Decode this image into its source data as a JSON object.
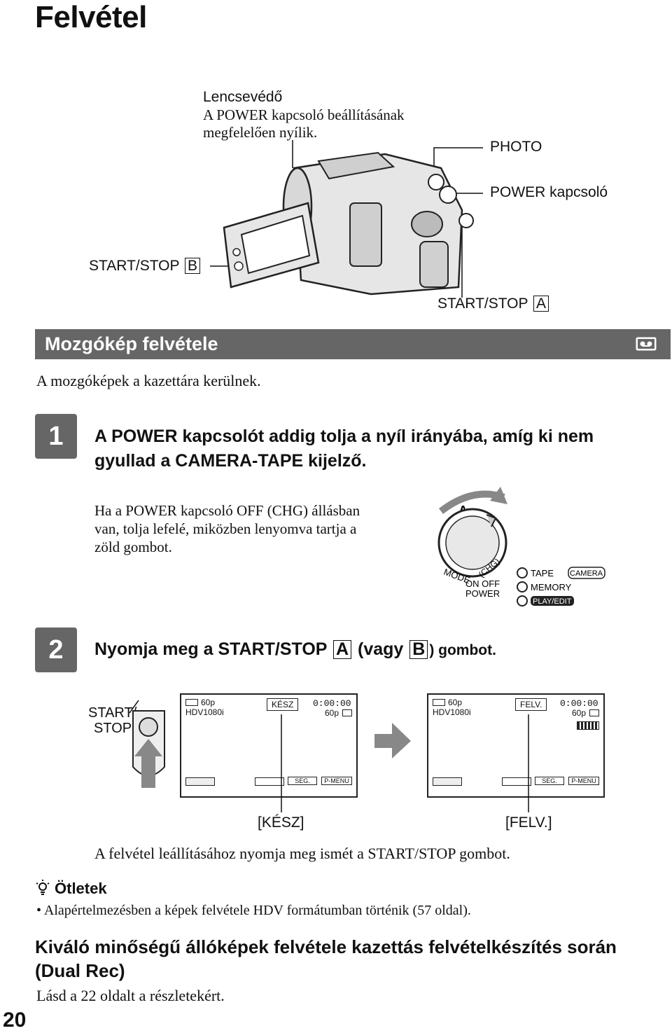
{
  "page": {
    "title": "Felvétel",
    "number": "20"
  },
  "callouts": {
    "lens_cover_title": "Lencsevédő",
    "lens_cover_desc_1": "A POWER kapcsoló beállításának",
    "lens_cover_desc_2": "megfelelően nyílik.",
    "photo": "PHOTO",
    "power_switch": "POWER kapcsoló",
    "start_stop_b": "START/STOP",
    "start_stop_b_key": "B",
    "start_stop_a": "START/STOP",
    "start_stop_a_key": "A"
  },
  "section": {
    "title": "Mozgókép felvétele",
    "icon": "tape-cassette-icon",
    "description": "A mozgóképek a kazettára kerülnek."
  },
  "step1": {
    "number": "1",
    "line1": "A POWER kapcsolót addig tolja a nyíl irányába, amíg ki nem",
    "line2": "gyullad a CAMERA-TAPE kijelző.",
    "note_1": "Ha a POWER kapcsoló OFF (CHG) állásban",
    "note_2": "van, tolja lefelé, miközben lenyomva tartja a",
    "note_3": "zöld gombot.",
    "dial": {
      "mode": "MODE",
      "chg": "(CHG)",
      "on_off": "ON OFF",
      "power": "POWER",
      "tape": "TAPE",
      "memory": "MEMORY",
      "play_edit": "PLAY/EDIT",
      "camera": "CAMERA"
    }
  },
  "step2": {
    "number": "2",
    "text_pre": "Nyomja meg a START/STOP",
    "key_a": "A",
    "text_mid": "(vagy",
    "key_b": "B",
    "text_post": ") gombot.",
    "button_label_1": "START/",
    "button_label_2": "STOP",
    "screens": [
      {
        "fps": "60p",
        "format": "HDV1080i",
        "status": "KÉSZ",
        "time": "0:00:00",
        "fps_right": "60p",
        "menu_seg": "SEG.",
        "menu_pmenu": "P-MENU",
        "caption": "[KÉSZ]"
      },
      {
        "fps": "60p",
        "format": "HDV1080i",
        "status": "FELV.",
        "time": "0:00:00",
        "fps_right": "60p",
        "menu_seg": "SEG.",
        "menu_pmenu": "P-MENU",
        "caption": "[FELV.]"
      }
    ],
    "stop_caption": "A felvétel leállításához nyomja meg ismét a START/STOP gombot."
  },
  "tips": {
    "heading": "Ötletek",
    "item": "• Alapértelmezésben a képek felvétele HDV formátumban történik (57 oldal)."
  },
  "dual_rec": {
    "heading": "Kiváló minőségű állóképek felvétele kazettás felvételkészítés során (Dual Rec)",
    "description": "Lásd a 22 oldalt a részletekért."
  }
}
